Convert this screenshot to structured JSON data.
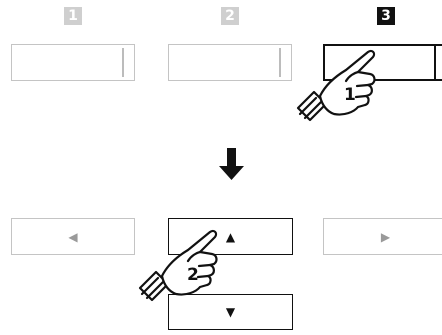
{
  "badges": {
    "one": "1",
    "two": "2",
    "three": "3"
  },
  "hand_steps": {
    "first": "1",
    "second": "2"
  },
  "icons": {
    "arrow": "arrow-down-icon",
    "left": "triangle-left-icon",
    "right": "triangle-right-icon",
    "up": "triangle-up-icon",
    "down": "triangle-down-icon",
    "hand": "pointing-hand-icon"
  },
  "colors": {
    "active": "#111111",
    "muted": "#c4c4c4",
    "muted_badge": "#cfcfcf"
  }
}
